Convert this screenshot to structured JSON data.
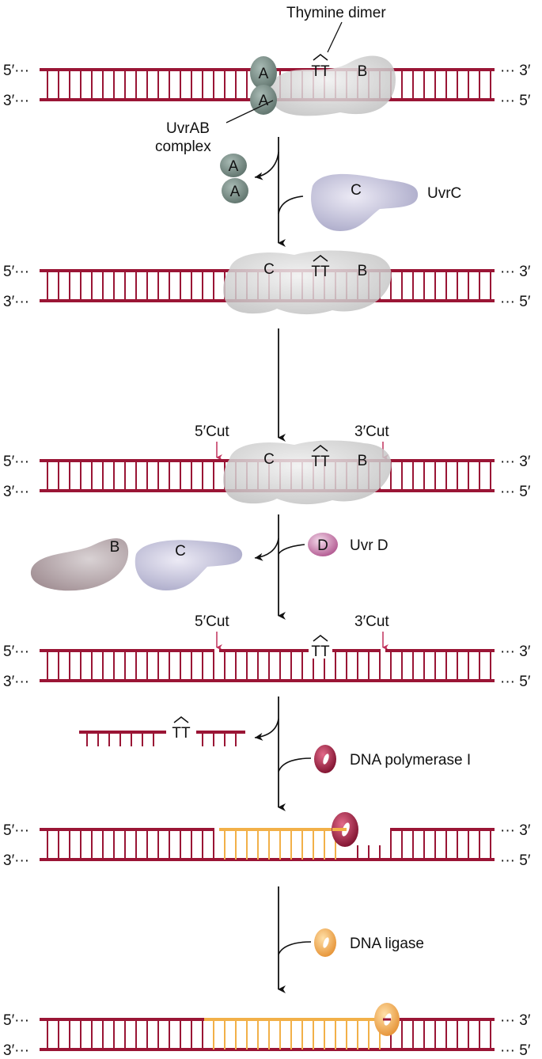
{
  "colors": {
    "dna": "#9a1535",
    "new_dna": "#f2b048",
    "uvrA": "#7b8f88",
    "uvrB": "#d8d8d8",
    "uvrC": "#c7c6dc",
    "uvrD": "#c58fb4",
    "pol1": "#a31a3e",
    "ligase": "#f1a94f",
    "cut_arrow": "#c0305a"
  },
  "ends": {
    "five_prime": "5′···",
    "three_prime": "3′···",
    "five_prime_right": "··· 5′",
    "three_prime_right": "··· 3′"
  },
  "dimer": "TT",
  "labels": {
    "thymine_dimer": "Thymine dimer",
    "uvrab_line1": "UvrAB",
    "uvrab_line2": "complex",
    "uvrc": "UvrC",
    "cut5": "5′Cut",
    "cut3": "3′Cut",
    "uvrd": "Uvr D",
    "pol1": "DNA polymerase I",
    "ligase": "DNA ligase"
  },
  "proteins": {
    "a": "A",
    "b": "B",
    "c": "C",
    "d": "D"
  }
}
